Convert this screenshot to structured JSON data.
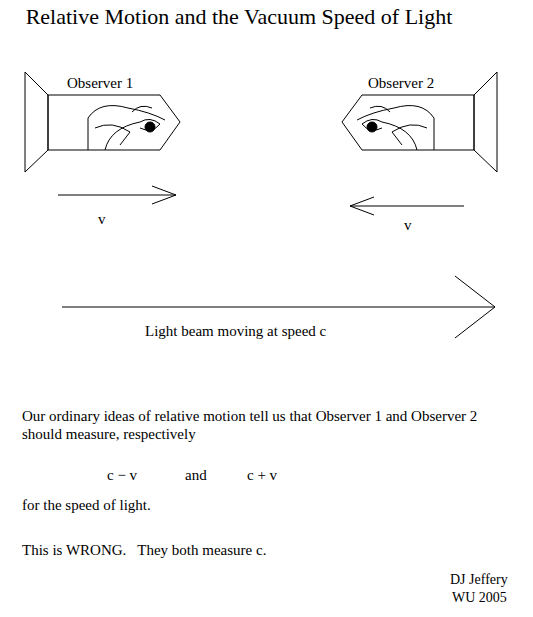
{
  "diagram": {
    "title": "Relative Motion and the Vacuum Speed of Light",
    "labels": [
      "Observer 1",
      "Observer 2",
      "v",
      "v",
      "Light beam moving at speed c",
      "Our ordinary ideas of relative motion tell us that Observer 1 and Observer 2 should measure, respectively",
      "c − v",
      "and",
      "c + v",
      "for the speed of light.",
      "This is WRONG.   They both measure c.",
      "DJ Jeffery",
      "WU 2005"
    ]
  }
}
